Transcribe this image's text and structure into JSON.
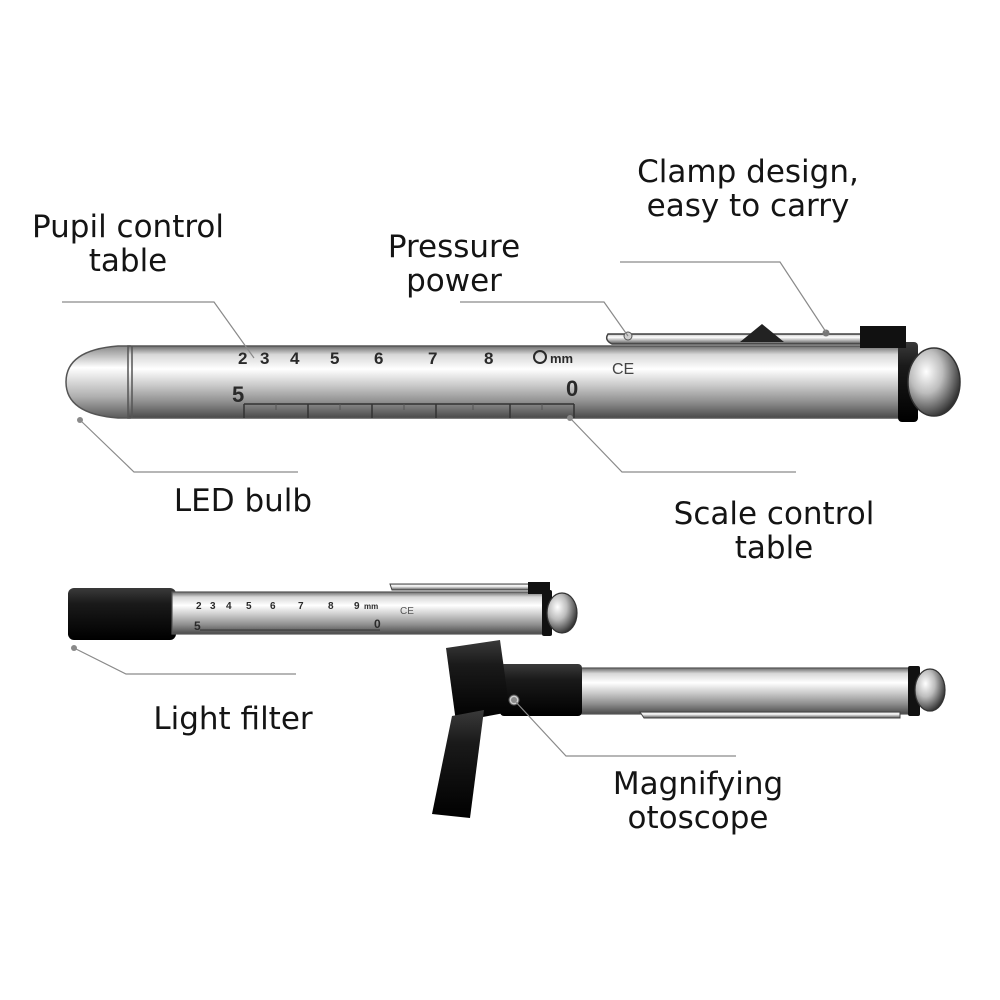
{
  "colors": {
    "background": "#ffffff",
    "label_text": "#141414",
    "leader_line": "#8a8a8a",
    "chrome_dark": "#5e5e5e",
    "chrome_light": "#f4f4f4",
    "black_parts": "#111111"
  },
  "labels": {
    "clamp": {
      "line1": "Clamp design,",
      "line2": "easy to carry"
    },
    "pupil": {
      "line1": "Pupil control",
      "line2": "table"
    },
    "pressure": {
      "line1": "Pressure",
      "line2": "power"
    },
    "led": {
      "line1": "LED bulb"
    },
    "scale": {
      "line1": "Scale control",
      "line2": "table"
    },
    "filter": {
      "line1": "Light filter"
    },
    "otoscope": {
      "line1": "Magnifying",
      "line2": "otoscope"
    }
  },
  "pen_large": {
    "pupil_numbers": [
      "2",
      "3",
      "4",
      "5",
      "6",
      "7",
      "8"
    ],
    "unit": "mm",
    "ce_mark": "CE",
    "scale_start": "5",
    "scale_end": "0"
  },
  "pen_small": {
    "pupil_numbers": [
      "2",
      "3",
      "4",
      "5",
      "6",
      "7",
      "8",
      "9"
    ],
    "unit": "mm",
    "ce_mark": "CE",
    "scale_start": "5",
    "scale_end": "0"
  }
}
